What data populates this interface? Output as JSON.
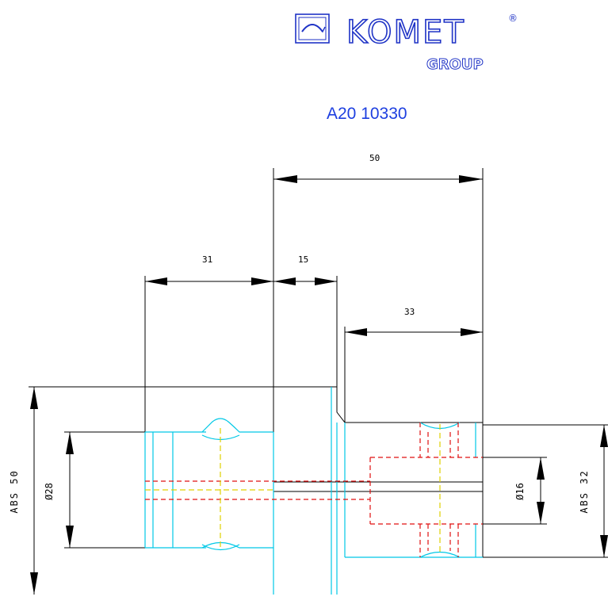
{
  "logo": {
    "brand": "KOMET",
    "registered": "®",
    "group": "GROUP",
    "icon": "komet-arch-icon",
    "color": "#1f33c6"
  },
  "part_number": "A20 10330",
  "part_number_color": "#1d3fe0",
  "dimensions": {
    "overall_length": "50",
    "shank_length": "31",
    "collar_width": "15",
    "bore_depth": "33",
    "outer_diameter": "ABS 50",
    "shank_diameter": "Ø28",
    "bore_diameter": "Ø16",
    "connection_size": "ABS 32"
  },
  "line_colors": {
    "outline": "#000000",
    "visible_edges": "#00c8e6",
    "hidden_lines": "#e01010",
    "center_lines": "#e0d000"
  }
}
